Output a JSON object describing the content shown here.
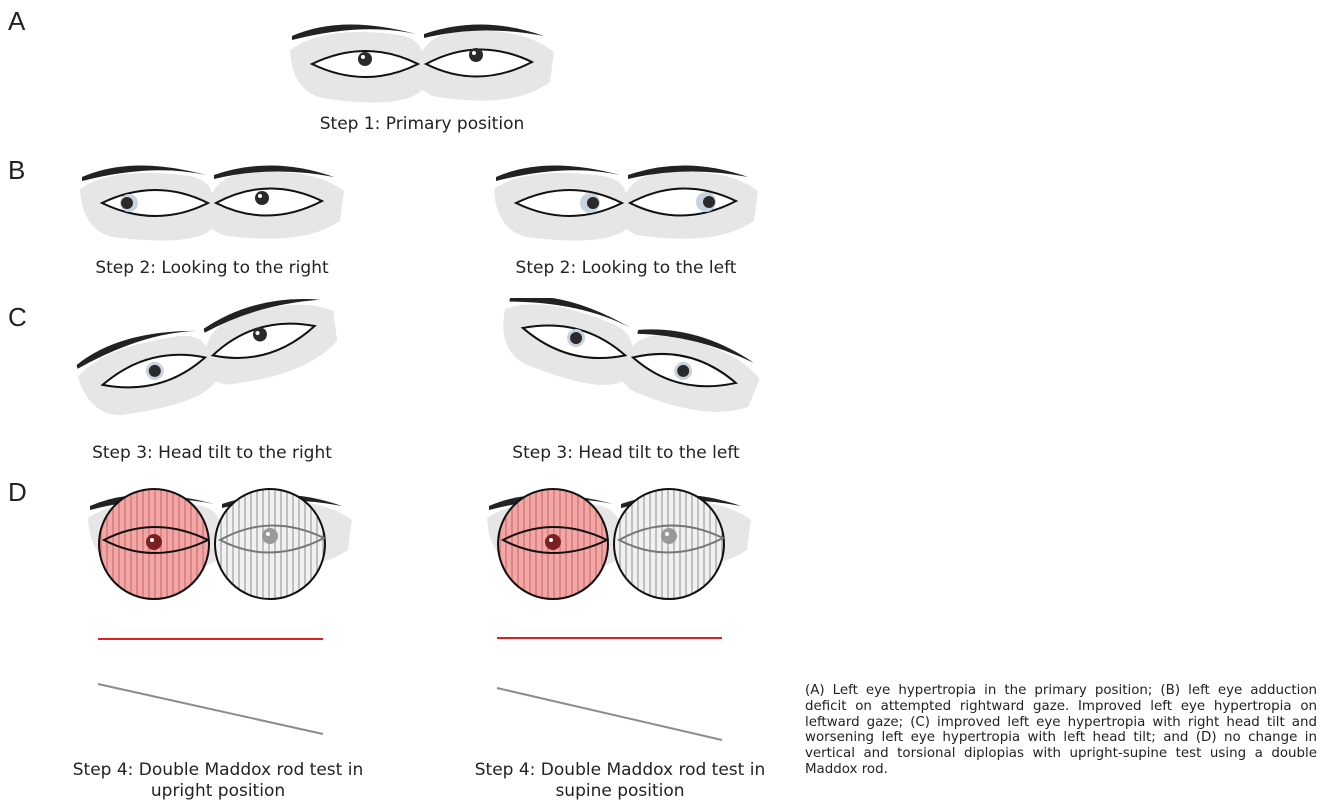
{
  "panels": [
    {
      "letter": "A",
      "captions": [
        "Step 1: Primary  position"
      ]
    },
    {
      "letter": "B",
      "captions": [
        "Step 2: Looking to the right",
        "Step 2: Looking to the left"
      ]
    },
    {
      "letter": "C",
      "captions": [
        "Step 3: Head tilt to the right",
        "Step 3: Head tilt to the left"
      ]
    },
    {
      "letter": "D",
      "captions": [
        "Step 4: Double Maddox rod test in upright position",
        "Step 4: Double Maddox rod test in supine position"
      ]
    }
  ],
  "legend_text": "(A) Left eye hypertropia in the primary position; (B) left eye adduction deficit on attempted rightward gaze. Improved left eye hypertropia on leftward gaze; (C) improved left eye hypertropia with right head tilt and worsening left eye hypertropia with left head tilt; and (D) no change in vertical and torsional diplopias with upright-supine test using a double Maddox rod.",
  "colors": {
    "red_lens": "#f2a7a7",
    "red_line": "#e02020",
    "gray_line": "#8c8c8c",
    "skin": "#e6e6e6"
  }
}
